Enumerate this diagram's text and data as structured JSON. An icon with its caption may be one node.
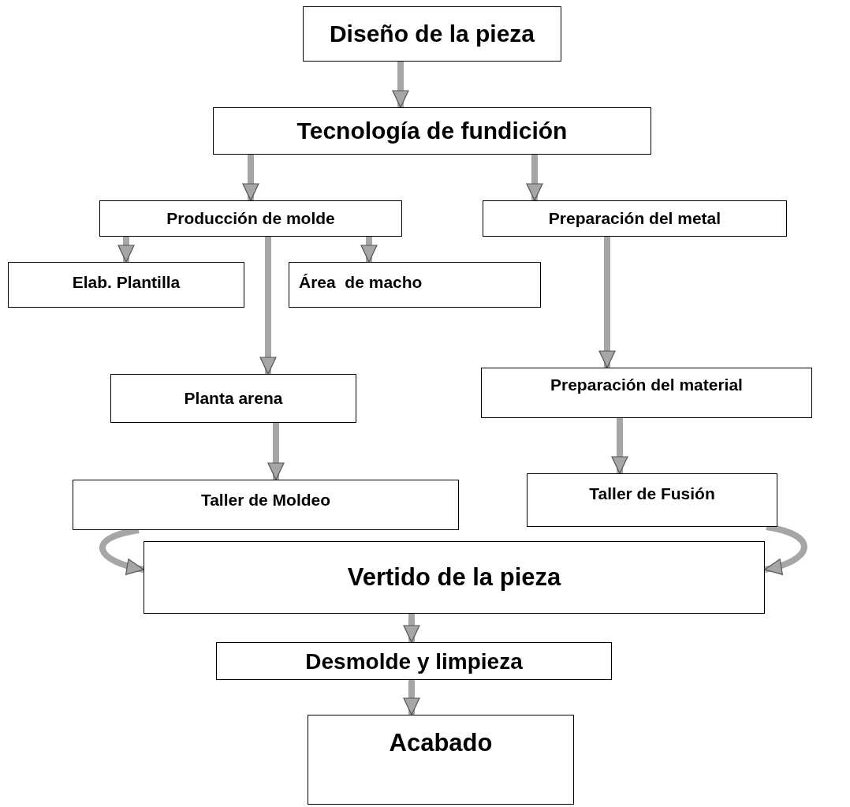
{
  "diagram": {
    "nodes": [
      {
        "text": [
          "Diseño de la pieza"
        ]
      },
      {
        "text": [
          "Tecnología de fundición"
        ]
      },
      {
        "text": [
          "Producción de molde"
        ]
      },
      {
        "text": [
          "Preparación del metal"
        ]
      },
      {
        "text": [
          "Elab. Plantilla"
        ]
      },
      {
        "text": [
          "Área  de macho"
        ]
      },
      {
        "text": [
          "Planta arena"
        ]
      },
      {
        "text": [
          "Preparación del material"
        ]
      },
      {
        "text": [
          "Taller de Moldeo"
        ]
      },
      {
        "text": [
          "Taller de Fusión"
        ]
      },
      {
        "text": [
          "Vertido de la pieza"
        ]
      },
      {
        "text": [
          "Desmolde y limpieza"
        ]
      },
      {
        "text": [
          "Acabado"
        ]
      }
    ],
    "edges": [
      {
        "from": 0,
        "to": 1,
        "arrow": "to"
      },
      {
        "from": 1,
        "to": 2,
        "arrow": "to"
      },
      {
        "from": 1,
        "to": 3,
        "arrow": "to"
      },
      {
        "from": 2,
        "to": 4,
        "arrow": "to"
      },
      {
        "from": 2,
        "to": 5,
        "arrow": "to"
      },
      {
        "from": 2,
        "to": 6,
        "arrow": "to"
      },
      {
        "from": 3,
        "to": 7,
        "arrow": "to"
      },
      {
        "from": 6,
        "to": 8,
        "arrow": "to"
      },
      {
        "from": 7,
        "to": 9,
        "arrow": "to"
      },
      {
        "from": 8,
        "to": 10,
        "arrow": "to"
      },
      {
        "from": 9,
        "to": 10,
        "arrow": "to"
      },
      {
        "from": 10,
        "to": 11,
        "arrow": "to"
      },
      {
        "from": 11,
        "to": 12,
        "arrow": "to"
      }
    ]
  }
}
